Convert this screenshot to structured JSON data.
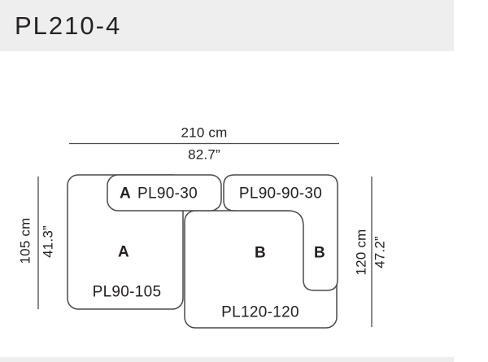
{
  "header": {
    "title": "PL210-4"
  },
  "colors": {
    "header_bg": "#eeeeee",
    "footer_bg": "#eeeeee",
    "line": "#4a4a4a",
    "text": "#242021"
  },
  "diagram": {
    "dim_width": {
      "cm": "210 cm",
      "inch": "82.7”"
    },
    "dim_left": {
      "cm": "105 cm",
      "inch": "41.3”"
    },
    "dim_right": {
      "cm": "120 cm",
      "inch": "47.2”"
    },
    "modules": {
      "back_cushion": {
        "letter": "A",
        "code": "PL90-30"
      },
      "corner_back": {
        "code": "PL90-90-30"
      },
      "left_seat": {
        "letter": "A",
        "code": "PL90-105"
      },
      "main_seat": {
        "letter": "B",
        "code": "PL120-120"
      },
      "right_arm": {
        "letter": "B"
      }
    }
  }
}
